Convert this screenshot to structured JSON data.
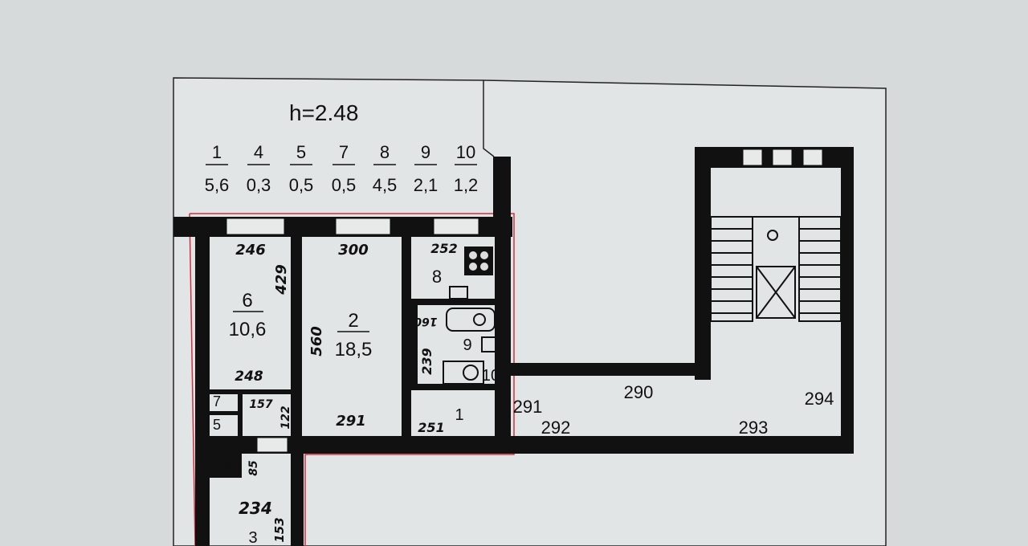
{
  "header": {
    "height_label": "h=2.48"
  },
  "legend": [
    {
      "room": "1",
      "area": "5,6"
    },
    {
      "room": "4",
      "area": "0,3"
    },
    {
      "room": "5",
      "area": "0,5"
    },
    {
      "room": "7",
      "area": "0,5"
    },
    {
      "room": "8",
      "area": "4,5"
    },
    {
      "room": "9",
      "area": "2,1"
    },
    {
      "room": "10",
      "area": "1,2"
    }
  ],
  "rooms": {
    "r6": {
      "num": "6",
      "area": "10,6"
    },
    "r2": {
      "num": "2",
      "area": "18,5"
    },
    "r8": {
      "num": "8"
    },
    "r9": {
      "num": "9"
    },
    "r10": {
      "num": "10"
    },
    "r1": {
      "num": "1"
    },
    "r7": {
      "num": "7"
    },
    "r5": {
      "num": "5"
    },
    "r4": {
      "num": "4"
    },
    "r3": {
      "num": "3"
    }
  },
  "dimensions": {
    "d246": "246",
    "d300": "300",
    "d252": "252",
    "d429": "429",
    "d560": "560",
    "d248": "248",
    "d157": "157",
    "d122": "122",
    "d291a": "291",
    "d251": "251",
    "d160": "160",
    "d239": "239",
    "d291b": "291",
    "d292": "292",
    "d290": "290",
    "d293": "293",
    "d294": "294",
    "d234": "234",
    "d153": "153",
    "d85": "85"
  }
}
